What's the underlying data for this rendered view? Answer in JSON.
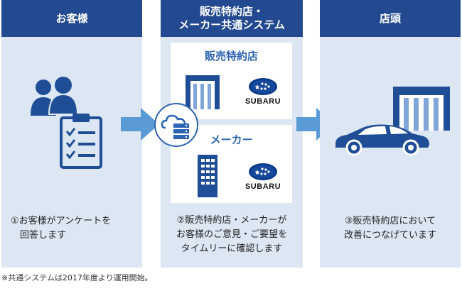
{
  "columns": [
    {
      "title_lines": [
        "お客様"
      ],
      "caption_lines": [
        "①お客様がアンケートを",
        "回答します"
      ]
    },
    {
      "title_lines": [
        "販売特約店・",
        "メーカー共通システム"
      ],
      "caption_lines": [
        "②販売特約店・メーカーが",
        "お客様のご意見・ご要望を",
        "タイムリーに確認します"
      ]
    },
    {
      "title_lines": [
        "店頭"
      ],
      "caption_lines": [
        "③販売特約店において",
        "改善につなげています"
      ]
    }
  ],
  "boxes": {
    "dealer_title": "販売特約店",
    "maker_title": "メーカー",
    "logo_text": "SUBARU"
  },
  "footnote": "※共通システムは2017年度より運用開始。",
  "colors": {
    "header_bg": "#234a90",
    "panel_bg": "#dde6f3",
    "accent": "#2c63b3",
    "arrow": "#5b9bd5"
  }
}
